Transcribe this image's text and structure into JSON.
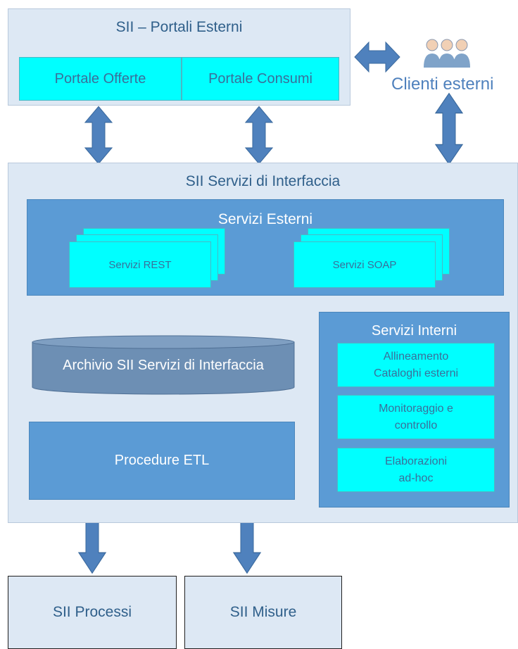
{
  "portali": {
    "title": "SII – Portali Esterni",
    "box1": "Portale Offerte",
    "box2": "Portale Consumi"
  },
  "clienti": {
    "label": "Clienti esterni",
    "icon": "users-group-icon"
  },
  "interfaccia": {
    "title": "SII Servizi di Interfaccia",
    "esterni": {
      "title": "Servizi Esterni",
      "rest": "Servizi REST",
      "soap": "Servizi SOAP"
    },
    "archivio": "Archivio SII Servizi di Interfaccia",
    "etl": "Procedure ETL",
    "interni": {
      "title": "Servizi Interni",
      "items": [
        {
          "line1": "Allineamento",
          "line2": "Cataloghi esterni"
        },
        {
          "line1": "Monitoraggio e",
          "line2": "controllo"
        },
        {
          "line1": "Elaborazioni",
          "line2": "ad-hoc"
        }
      ]
    }
  },
  "bottom": {
    "processi": "SII Processi",
    "misure": "SII Misure"
  },
  "colors": {
    "panel": "#dde8f4",
    "accent_blue": "#5b9bd5",
    "cyan": "#00ffff",
    "arrow": "#4f81bd",
    "database": "#6d8fb4"
  }
}
